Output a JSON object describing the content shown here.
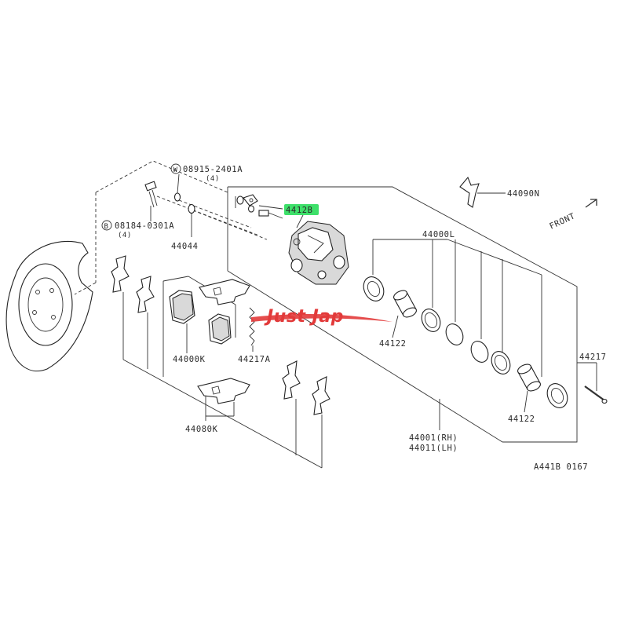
{
  "diagram": {
    "figure_code": "A441B 0167",
    "front_label": "FRONT",
    "watermark": "Just Jap",
    "colors": {
      "highlight": "#3ee06a",
      "watermark": "#e23a3a",
      "line": "#333333"
    },
    "callouts": {
      "bolt_w": {
        "prefix": "W",
        "part": "08915-2401A",
        "qty": "(4)"
      },
      "bolt_b": {
        "prefix": "B",
        "part": "08184-0301A",
        "qty": "(4)"
      },
      "washer": "44044",
      "bleeder": "4412B",
      "clip": "44090N",
      "seal_kit": "44000L",
      "piston_top": "44122",
      "piston_bottom": "44122",
      "pin": "44217",
      "pad_kit": "44000K",
      "shim": "44217A",
      "hardware_kit": "44080K",
      "caliper_rh": "44001(RH)",
      "caliper_lh": "44011(LH)"
    }
  }
}
